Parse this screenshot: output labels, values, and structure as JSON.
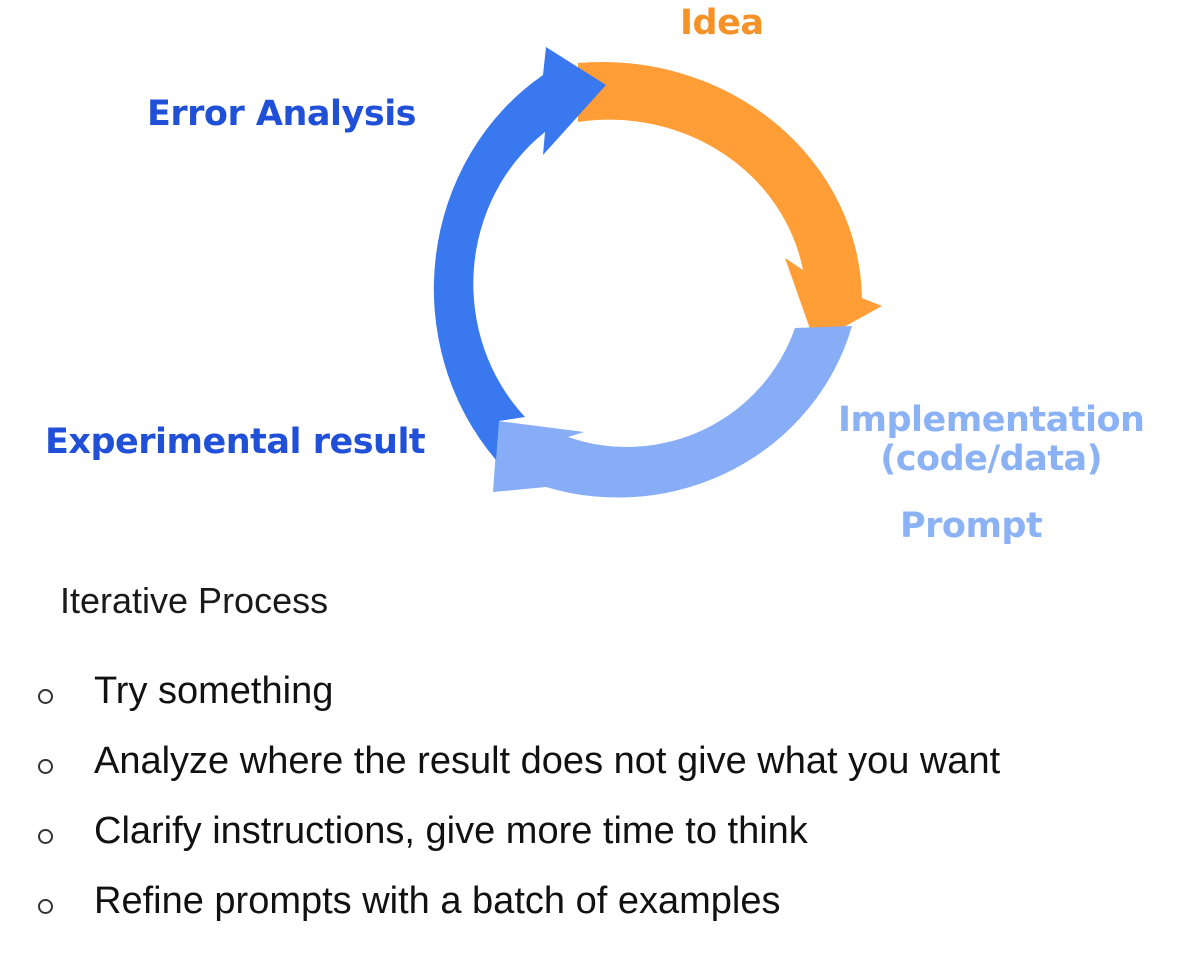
{
  "diagram": {
    "title": "",
    "stages": [
      {
        "id": "idea",
        "label": "Idea",
        "color": "#ff9a2e"
      },
      {
        "id": "implementation",
        "label_lines": [
          "Implementation",
          "(code/data)"
        ],
        "sub_label": "Prompt",
        "color": "#8fb4f5"
      },
      {
        "id": "experimental_result",
        "label": "Experimental result",
        "color": "#2f6be8"
      },
      {
        "id": "error_analysis",
        "label": "Error Analysis",
        "color": "#2f6be8"
      }
    ],
    "arrow_colors": {
      "orange": "#ff9d37",
      "light_blue": "#86adf6",
      "blue": "#3a78f0"
    }
  },
  "process": {
    "title": "Iterative Process",
    "steps": [
      "Try something",
      "Analyze where the result does not give what you want",
      "Clarify instructions, give more time to think",
      "Refine prompts with a batch of examples"
    ]
  }
}
